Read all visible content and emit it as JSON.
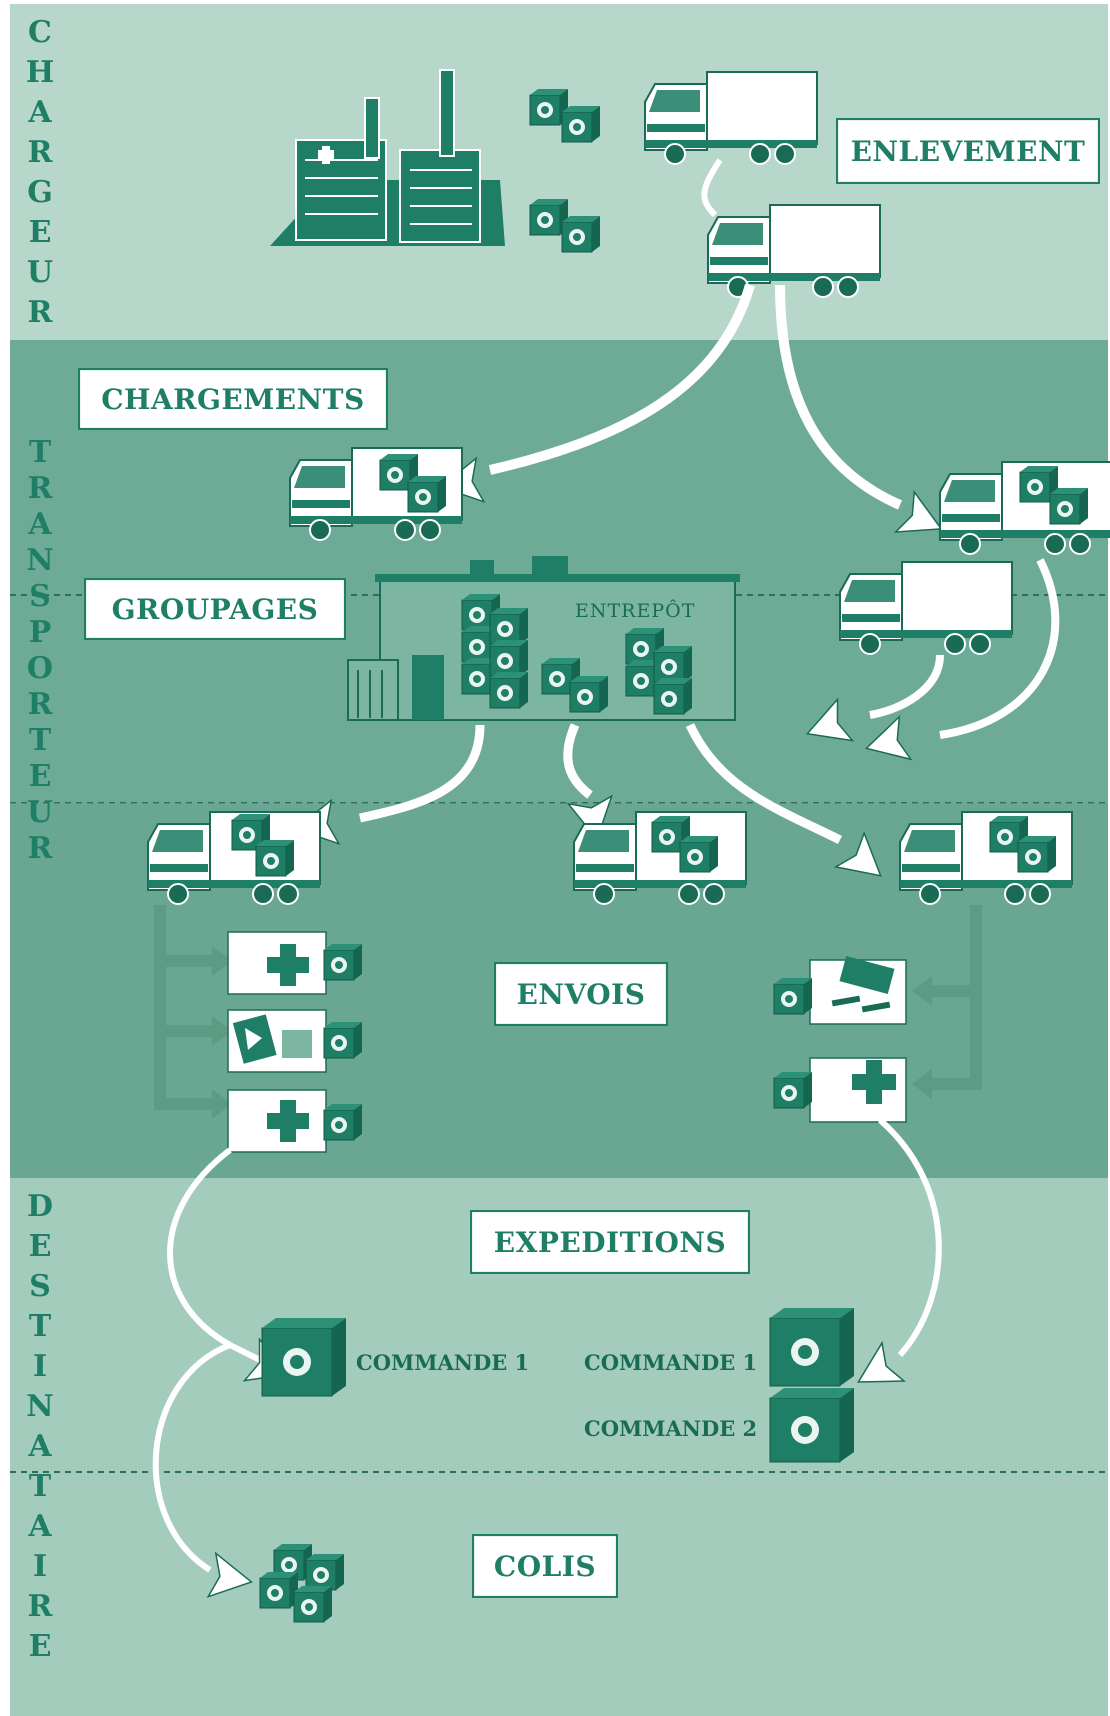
{
  "actors": {
    "chargeur": [
      "C",
      "H",
      "A",
      "R",
      "G",
      "E",
      "U",
      "R"
    ],
    "transporteur": [
      "T",
      "R",
      "A",
      "N",
      "S",
      "P",
      "O",
      "R",
      "T",
      "E",
      "U",
      "R"
    ],
    "destinataire": [
      "D",
      "E",
      "S",
      "T",
      "I",
      "N",
      "A",
      "T",
      "A",
      "I",
      "R",
      "E"
    ]
  },
  "stages": {
    "enlevement": "ENLEVEMENT",
    "chargements": "CHARGEMENTS",
    "groupages": "GROUPAGES",
    "envois": "ENVOIS",
    "expeditions": "EXPEDITIONS",
    "colis": "COLIS"
  },
  "warehouse": {
    "label": "ENTREPÔT"
  },
  "orders": {
    "left_order": "COMMANDE 1",
    "right_order_1": "COMMANDE 1",
    "right_order_2": "COMMANDE 2"
  },
  "colors": {
    "band_light": "#b6d5c9",
    "band_dark": "#6aa993",
    "accent": "#1f7f66",
    "white": "#ffffff"
  }
}
